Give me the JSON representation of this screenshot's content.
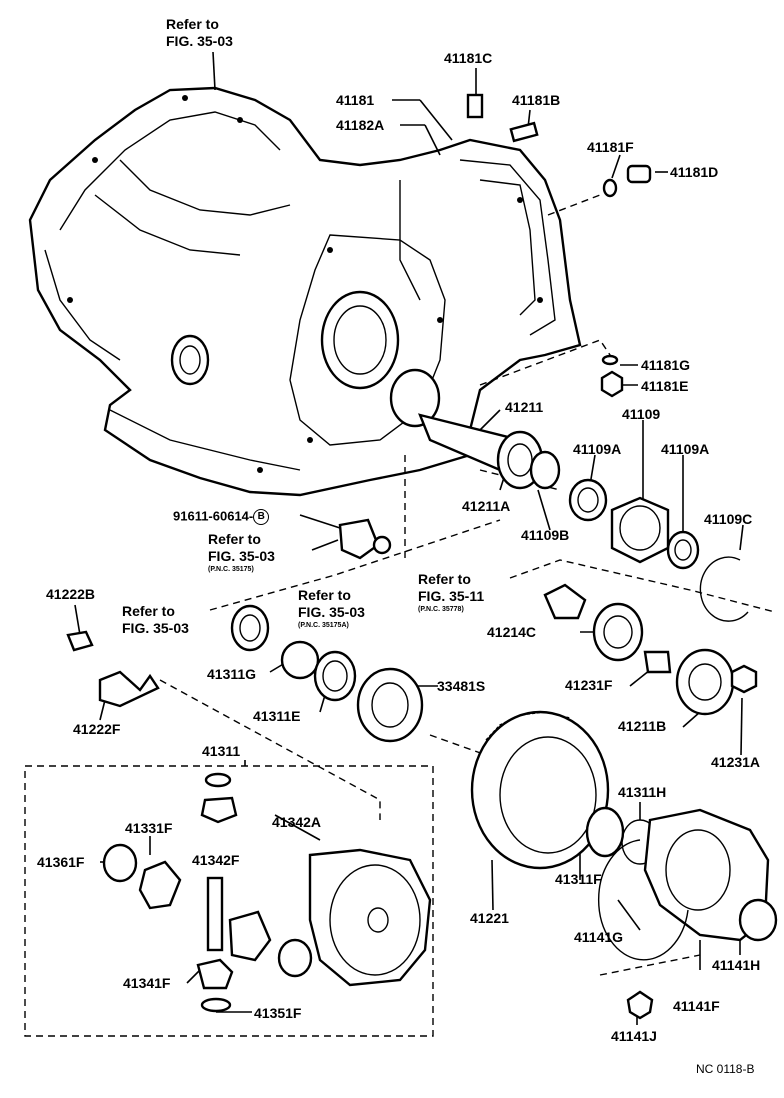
{
  "refs": {
    "top": {
      "line1": "Refer to",
      "line2": "FIG. 35-03"
    },
    "mid": {
      "line1": "Refer to",
      "line2": "FIG. 35-03",
      "pnc": "(P.N.C. 35175)"
    },
    "mid2": {
      "line1": "Refer to",
      "line2": "FIG. 35-03",
      "pnc": "(P.N.C. 35175A)"
    },
    "left": {
      "line1": "Refer to",
      "line2": "FIG. 35-03"
    },
    "right": {
      "line1": "Refer to",
      "line2": "FIG. 35-11",
      "pnc": "(P.N.C. 35778)"
    }
  },
  "parts": {
    "p41181C": "41181C",
    "p41181": "41181",
    "p41181B": "41181B",
    "p41182A": "41182A",
    "p41181F": "41181F",
    "p41181D": "41181D",
    "p41181G": "41181G",
    "p41181E": "41181E",
    "p41211": "41211",
    "p41109": "41109",
    "p41109A_1": "41109A",
    "p41109A_2": "41109A",
    "p41109C": "41109C",
    "p41211A": "41211A",
    "p41109B": "41109B",
    "p91611": "91611-60614-",
    "p91611_mark": "B",
    "p41222B": "41222B",
    "p41214C": "41214C",
    "p41311G": "41311G",
    "p33481S": "33481S",
    "p41231F": "41231F",
    "p41311E": "41311E",
    "p41211B": "41211B",
    "p41231A": "41231A",
    "p41222F": "41222F",
    "p41311": "41311",
    "p41311H": "41311H",
    "p41331F": "41331F",
    "p41342A": "41342A",
    "p41361F": "41361F",
    "p41342F": "41342F",
    "p41311F": "41311F",
    "p41221": "41221",
    "p41141G": "41141G",
    "p41141H": "41141H",
    "p41341F": "41341F",
    "p41141F": "41141F",
    "p41351F": "41351F",
    "p41141J": "41141J"
  },
  "footer_code": "NC 0118-B"
}
